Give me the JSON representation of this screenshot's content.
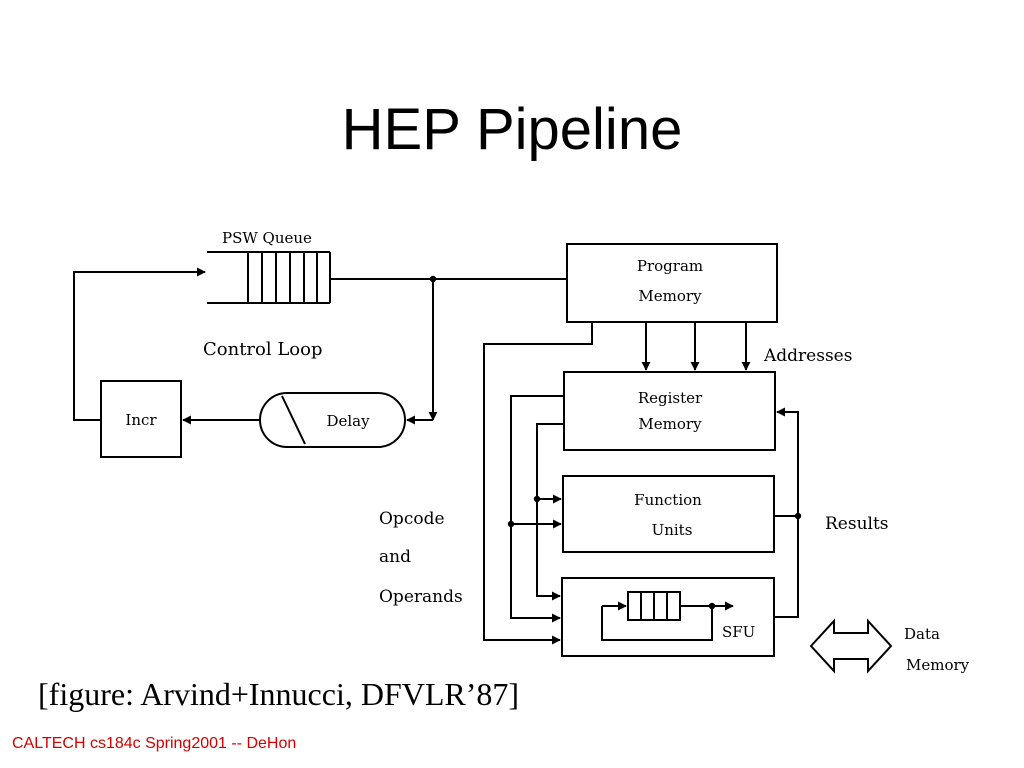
{
  "slide": {
    "title": "HEP Pipeline",
    "caption": "[figure: Arvind+Innucci, DFVLR’87]",
    "footer": "CALTECH cs184c Spring2001 -- DeHon"
  },
  "diagram": {
    "psw_queue": "PSW Queue",
    "control_loop": "Control Loop",
    "incr": "Incr",
    "delay": "Delay",
    "program_memory": [
      "Program",
      "Memory"
    ],
    "addresses": "Addresses",
    "register_memory": [
      "Register",
      "Memory"
    ],
    "function_units": [
      "Function",
      "Units"
    ],
    "results": "Results",
    "sfu": "SFU",
    "opcode_operands": [
      "Opcode",
      "and",
      "Operands"
    ],
    "data_memory": [
      "Data",
      "Memory"
    ]
  },
  "colors": {
    "footer": "#d60000",
    "ink": "#000000"
  }
}
